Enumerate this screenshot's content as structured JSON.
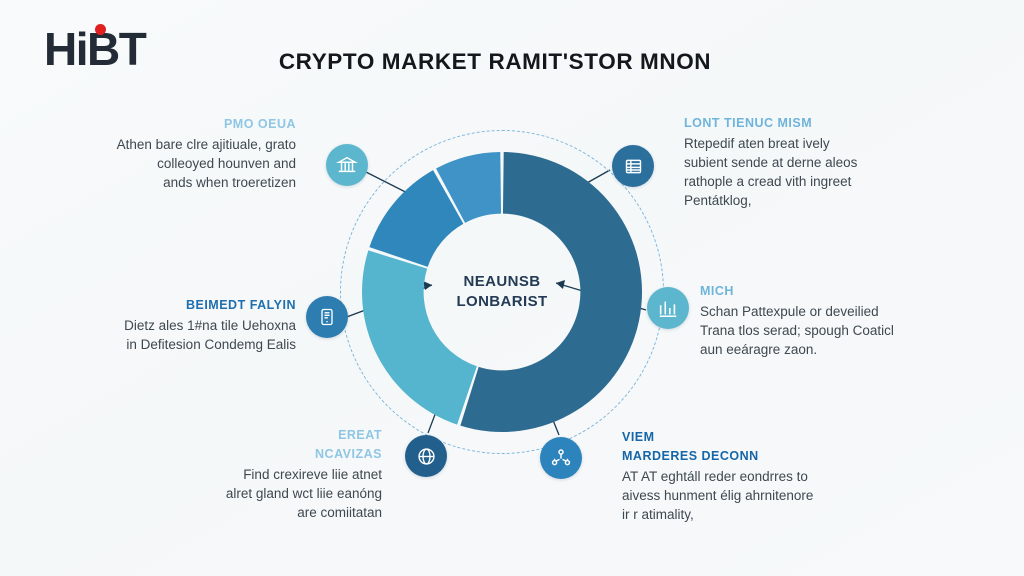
{
  "brand": {
    "logo_text": "HiBT",
    "logo_color": "#222b36",
    "dot_color": "#e02020"
  },
  "header": {
    "title": "CRYPTO MARKET RAMIT'STOR MNON",
    "title_color": "#14181d"
  },
  "canvas": {
    "background": "#f7f9fa"
  },
  "chart_data": {
    "type": "pie",
    "title": "NEAUNSB LONBARIST",
    "center_label_line1": "NEAUNSB",
    "center_label_line2": "LONBARIST",
    "categories": [
      "PMO OEUA",
      "LONT TIENUC MISM",
      "MICH",
      "VIEM MARDERES DECONN"
    ],
    "values": [
      55,
      25,
      12,
      8
    ],
    "colors": [
      "#2e6b91",
      "#55b4ce",
      "#3087bc",
      "#3f93c6"
    ],
    "donut": true,
    "inner_radius_ratio": 0.56,
    "legend": "none",
    "grid": false,
    "dashed_outer_ring": true,
    "dashed_ring_color": "#7fb6dc"
  },
  "callouts": [
    {
      "id": "pmo",
      "heading": "PMO OEUA",
      "heading_color": "#8fc6e4",
      "body_lines": [
        "Athen bare clre ajitiuale, grato",
        "colleoyed hounven and",
        "ands when troeretizen"
      ],
      "icon": "bank-icon",
      "icon_color": "#5cb7ce"
    },
    {
      "id": "beimedt",
      "heading": "BEIMEDT FALYIN",
      "heading_color": "#1f6fae",
      "body_lines": [
        "Dietz ales 1#na tile Uehoxna",
        "in Defitesion Condemg Ealis"
      ],
      "icon": "mobile-document-icon",
      "icon_color": "#2d7db0"
    },
    {
      "id": "ereat",
      "heading": "EREAT",
      "heading_line2": "NCAVIZAS",
      "heading_color": "#8fc6e4",
      "body_lines": [
        "Find crexireve liie atnet",
        "alret gland wct liie eanóng",
        "are comiitatan"
      ],
      "icon": "globe-icon",
      "icon_color": "#225f8c"
    },
    {
      "id": "lont",
      "heading": "LONT TIENUC MISM",
      "heading_color": "#6fb4da",
      "body_lines": [
        "Rtepedif aten breat ively",
        "subient sende at derne aleos",
        "rathople a cread vith ingreet",
        "Pentátklog,"
      ],
      "icon": "ledger-icon",
      "icon_color": "#2b6f9d"
    },
    {
      "id": "mich",
      "heading": "MICH",
      "heading_color": "#6fb4da",
      "body_lines": [
        "Schan Pattexpule or deveilied",
        "Trana tlos serad; spough Coaticl",
        "aun eeáragre zaon."
      ],
      "icon": "chart-icon",
      "icon_color": "#5cb7ce"
    },
    {
      "id": "viem",
      "heading": "VIEM",
      "heading_line2": "MARDERES DECONN",
      "heading_color": "#1566a8",
      "body_lines": [
        "AT AT eghtáll reder eondrres to",
        "aivess hunment élig ahrnitenore",
        "ir r atimality,"
      ],
      "icon": "network-icon",
      "icon_color": "#2d84bd"
    }
  ]
}
